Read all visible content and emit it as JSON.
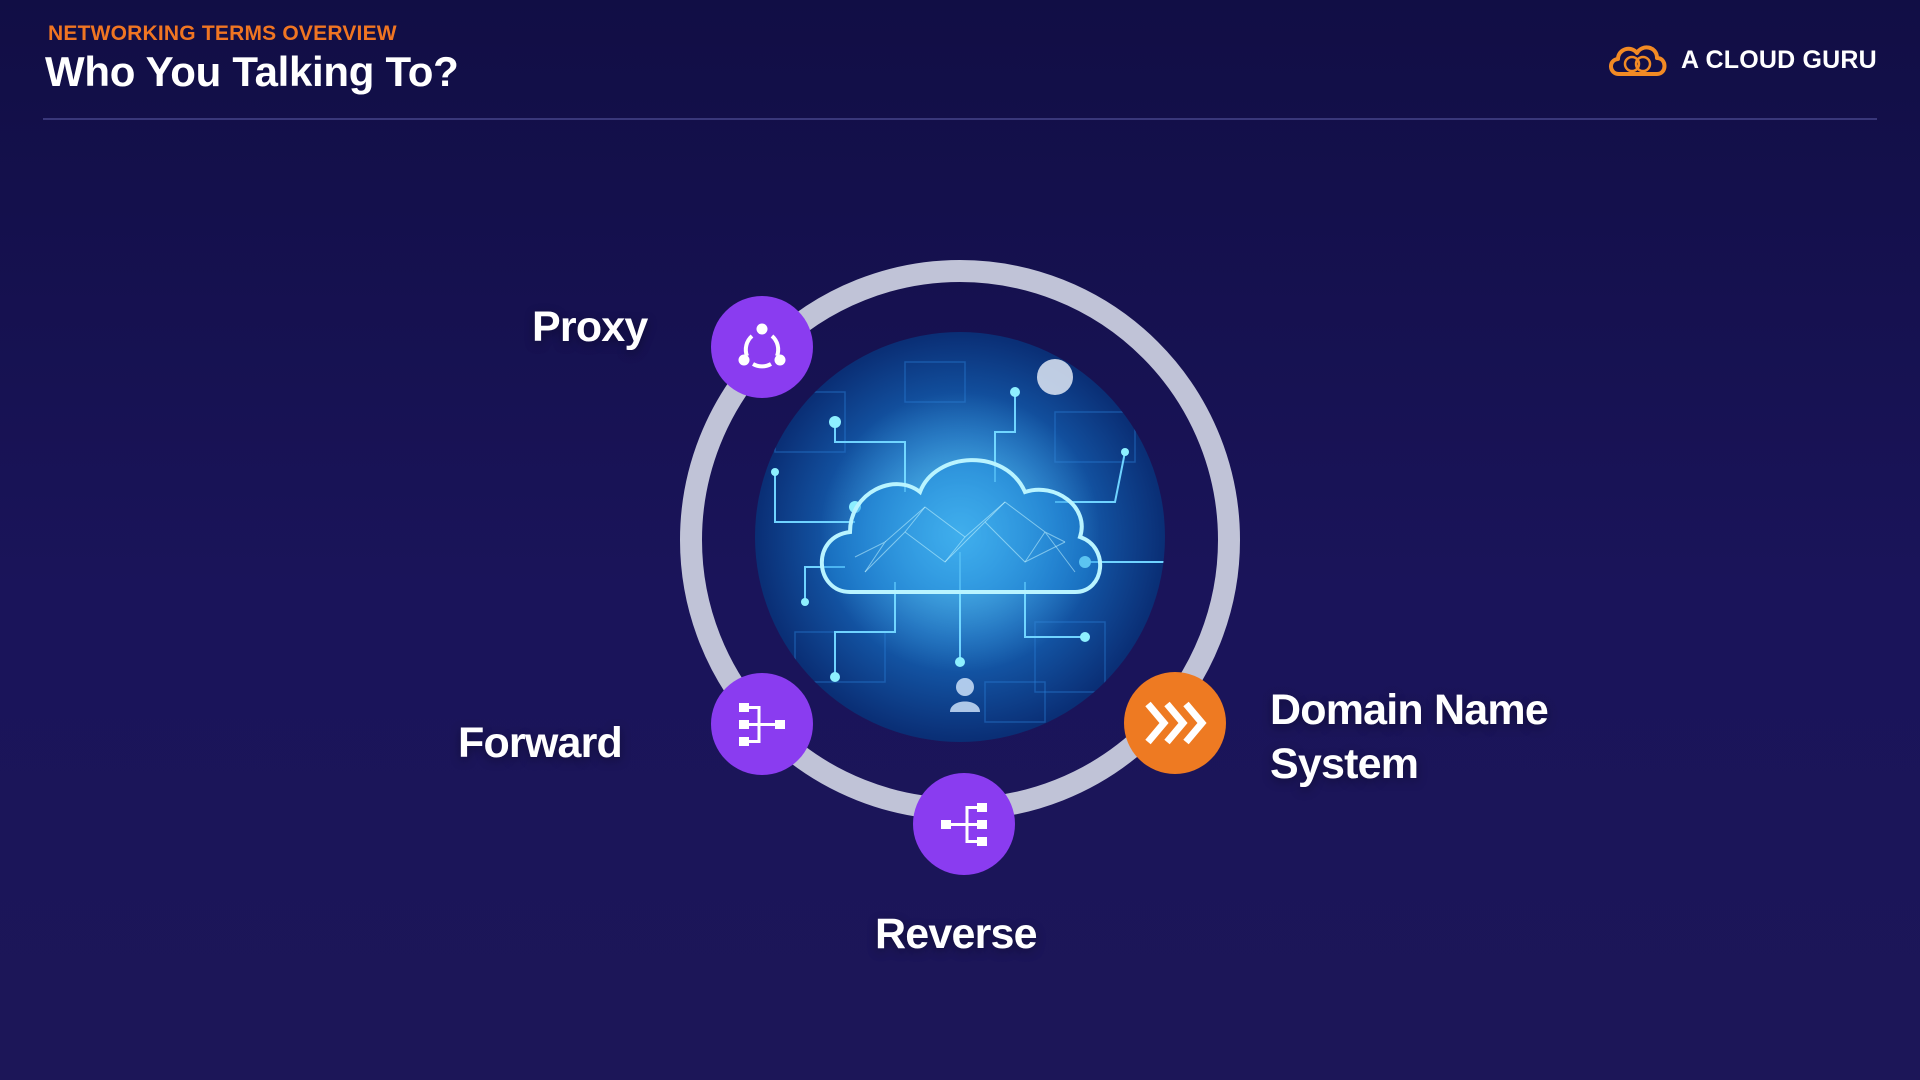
{
  "header": {
    "eyebrow": "NETWORKING TERMS OVERVIEW",
    "title": "Who You Talking To?",
    "eyebrow_color": "#f07522"
  },
  "brand": {
    "name": "A CLOUD GURU",
    "logo_icon": "cloud-logo-icon",
    "logo_color": "#f28a24"
  },
  "diagram": {
    "center_image": "cloud-network-illustration",
    "items": [
      {
        "label": "Proxy",
        "icon": "share-nodes-icon",
        "color": "#8a3cf0"
      },
      {
        "label": "Forward",
        "icon": "forward-hierarchy-icon",
        "color": "#8a3cf0"
      },
      {
        "label": "Reverse",
        "icon": "reverse-hierarchy-icon",
        "color": "#8a3cf0"
      },
      {
        "label_line1": "Domain Name",
        "label_line2": "System",
        "icon": "chevrons-right-icon",
        "color": "#ee7a22"
      }
    ]
  }
}
